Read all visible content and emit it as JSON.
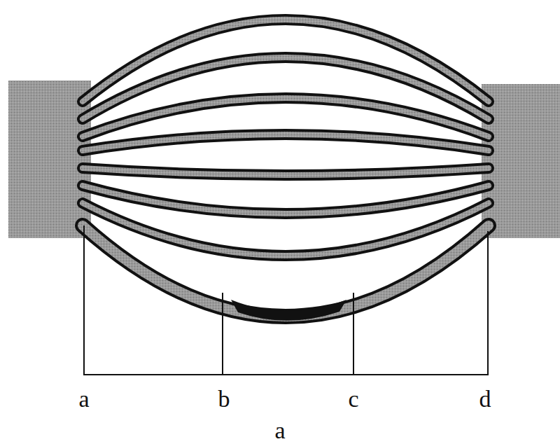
{
  "diagram": {
    "caption": "a",
    "labels": [
      "a",
      "b",
      "c",
      "d"
    ]
  }
}
